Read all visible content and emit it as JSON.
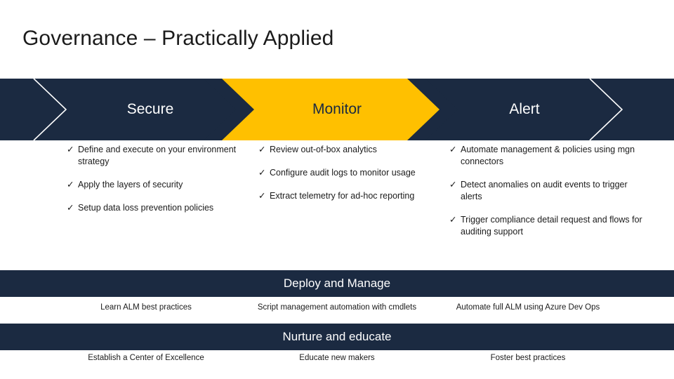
{
  "slide": {
    "title": "Governance – Practically Applied",
    "colors": {
      "band_dark": "#1b2a41",
      "highlight": "#ffc000",
      "text_dark": "#1b1b1b",
      "text_light": "#ffffff"
    }
  },
  "phases": [
    {
      "label": "Secure",
      "highlighted": false
    },
    {
      "label": "Monitor",
      "highlighted": true
    },
    {
      "label": "Alert",
      "highlighted": false
    }
  ],
  "check_glyph": "✓",
  "columns": [
    {
      "name": "secure",
      "bullets": [
        "Define and execute on your environment strategy",
        "Apply the layers of security",
        "Setup data loss prevention policies"
      ]
    },
    {
      "name": "monitor",
      "bullets": [
        "Review out-of-box analytics",
        "Configure audit logs to monitor usage",
        "Extract telemetry for ad-hoc reporting"
      ]
    },
    {
      "name": "alert",
      "bullets": [
        "Automate management & policies using mgn connectors",
        "Detect anomalies on audit events to trigger alerts",
        "Trigger compliance detail request and flows for auditing support"
      ]
    }
  ],
  "sections": [
    {
      "heading": "Deploy and Manage",
      "items": [
        "Learn ALM best practices",
        "Script management automation with cmdlets",
        "Automate full ALM using Azure Dev Ops"
      ]
    },
    {
      "heading": "Nurture and educate",
      "items": [
        "Establish a Center of Excellence",
        "Educate new makers",
        "Foster best practices"
      ]
    }
  ]
}
